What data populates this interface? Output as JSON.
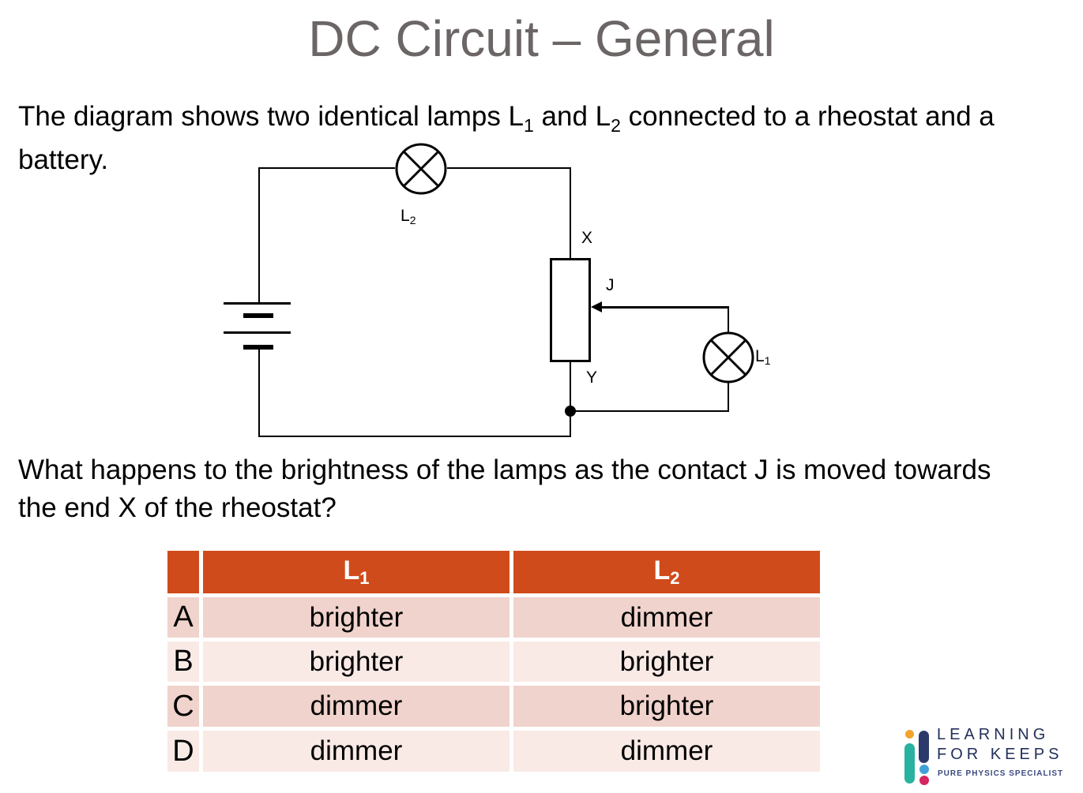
{
  "title": "DC Circuit – General",
  "intro": {
    "t1": "The diagram shows two identical lamps L",
    "sub1": "1",
    "t2": " and L",
    "sub2": "2",
    "t3": " connected to a rheostat and a",
    "line2": "battery."
  },
  "question": {
    "line1": "What happens to the brightness of the lamps as the contact J is moved towards",
    "line2": "the end X of the rheostat?"
  },
  "circuit": {
    "lamp_top_label": {
      "base": "L",
      "sub": "2"
    },
    "lamp_right_label": {
      "base": "L",
      "sub": "1"
    },
    "terminal_top": "X",
    "contact": "J",
    "terminal_bottom": "Y"
  },
  "table": {
    "header": {
      "l1": {
        "base": "L",
        "sub": "1"
      },
      "l2": {
        "base": "L",
        "sub": "2"
      }
    },
    "rows": [
      {
        "option": "A",
        "l1": "brighter",
        "l2": "dimmer"
      },
      {
        "option": "B",
        "l1": "brighter",
        "l2": "brighter"
      },
      {
        "option": "C",
        "l1": "dimmer",
        "l2": "brighter"
      },
      {
        "option": "D",
        "l1": "dimmer",
        "l2": "dimmer"
      }
    ],
    "colors": {
      "header_bg": "#d04b1c",
      "header_text": "#ffffff",
      "row_a_c_bg": "#f0d3cc",
      "row_b_d_bg": "#f9eae6"
    }
  },
  "logo": {
    "name_line1": "LEARNING",
    "name_line2": "FOR KEEPS",
    "tagline": "PURE PHYSICS SPECIALIST",
    "colors": {
      "text_navy": "#22305a",
      "dot_yellow": "#f2a42d",
      "bar_navy": "#2c3a6b",
      "bar_teal": "#29b2a0",
      "dot_blue": "#42a0d8",
      "dot_pink": "#d6255f"
    }
  }
}
